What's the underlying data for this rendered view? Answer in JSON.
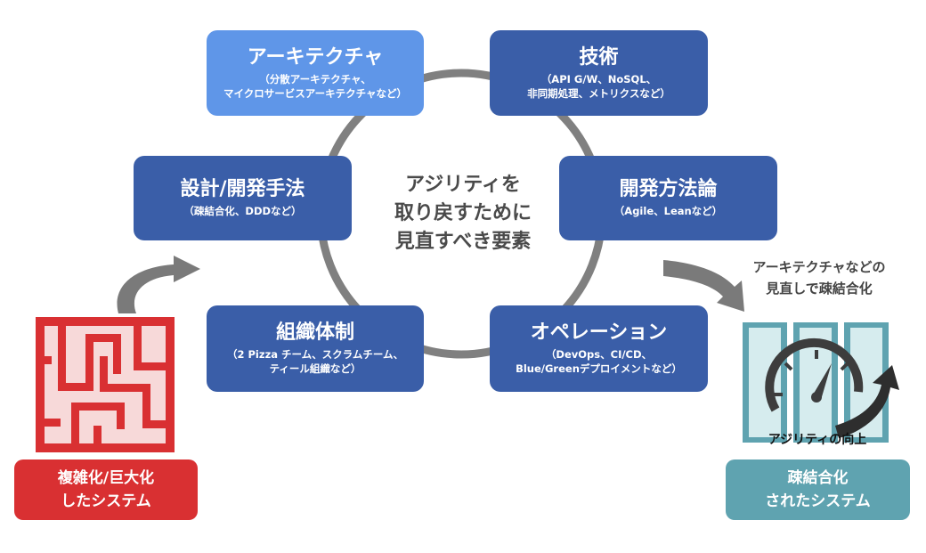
{
  "center": {
    "lines": [
      "アジリティを",
      "取り戻すために",
      "見直すべき要素"
    ]
  },
  "boxes": {
    "architecture": {
      "title": "アーキテクチャ",
      "sub1": "（分散アーキテクチャ、",
      "sub2": "マイクロサービスアーキテクチャなど）"
    },
    "technology": {
      "title": "技術",
      "sub1": "（API G/W、NoSQL、",
      "sub2": "非同期処理、メトリクスなど）"
    },
    "design": {
      "title": "設計/開発手法",
      "sub1": "（疎結合化、DDDなど）"
    },
    "dev_method": {
      "title": "開発方法論",
      "sub1": "（Agile、Leanなど）"
    },
    "organization": {
      "title": "組織体制",
      "sub1": "（2 Pizza チーム、スクラムチーム、",
      "sub2": "ティール組織など）"
    },
    "operation": {
      "title": "オペレーション",
      "sub1": "（DevOps、CI/CD、",
      "sub2": "Blue/Greenデプロイメントなど）"
    }
  },
  "left_badge": {
    "line1": "複雑化/巨大化",
    "line2": "したシステム"
  },
  "right_badge": {
    "line1": "疎結合化",
    "line2": "されたシステム"
  },
  "right_note": {
    "line1": "アーキテクチャなどの",
    "line2": "見直しで疎結合化"
  },
  "agility_label": "アジリティの向上",
  "colors": {
    "dark_box": "#3a5ea8",
    "light_box": "#5f96e8",
    "red": "#d93032",
    "teal": "#5fa3b0",
    "ring": "#808080"
  },
  "icons": [
    "maze-icon",
    "gauge-icon",
    "curved-arrow-icon"
  ]
}
